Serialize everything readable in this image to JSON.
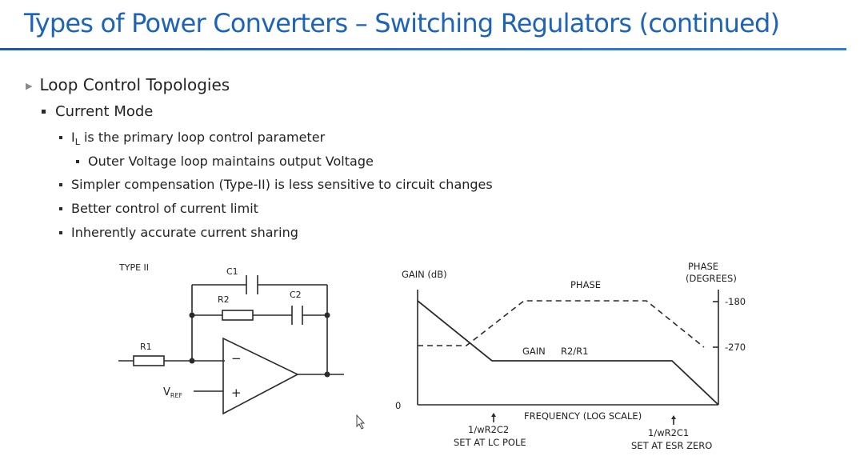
{
  "title": "Types of Power Converters – Switching Regulators (continued)",
  "bullets": {
    "level1": "Loop Control Topologies",
    "level2": "Current Mode",
    "il_prefix": "I",
    "il_sub": "L",
    "il_rest": " is the primary loop control parameter",
    "outer_loop": "Outer Voltage loop maintains output Voltage",
    "simpler": "Simpler compensation (Type-II) is less sensitive to circuit changes",
    "better": "Better control of current limit",
    "inherent": "Inherently accurate current sharing"
  },
  "circuit": {
    "type_label": "TYPE II",
    "c1": "C1",
    "c2": "C2",
    "r1": "R1",
    "r2": "R2",
    "minus": "−",
    "plus": "+",
    "vref_main": "V",
    "vref_sub": "REF"
  },
  "plot": {
    "gain_axis": "GAIN (dB)",
    "phase_axis_line1": "PHASE",
    "phase_axis_line2": "(DEGREES)",
    "phase_curve": "PHASE",
    "gain_curve": "GAIN",
    "gain_ratio": "R2/R1",
    "tick_180": "-180",
    "tick_270": "-270",
    "zero": "0",
    "x_axis": "FREQUENCY (LOG SCALE)",
    "marker1_line1": "1/wR2C2",
    "marker1_line2": "SET AT LC POLE",
    "marker2_line1": "1/wR2C1",
    "marker2_line2": "SET AT ESR ZERO"
  }
}
